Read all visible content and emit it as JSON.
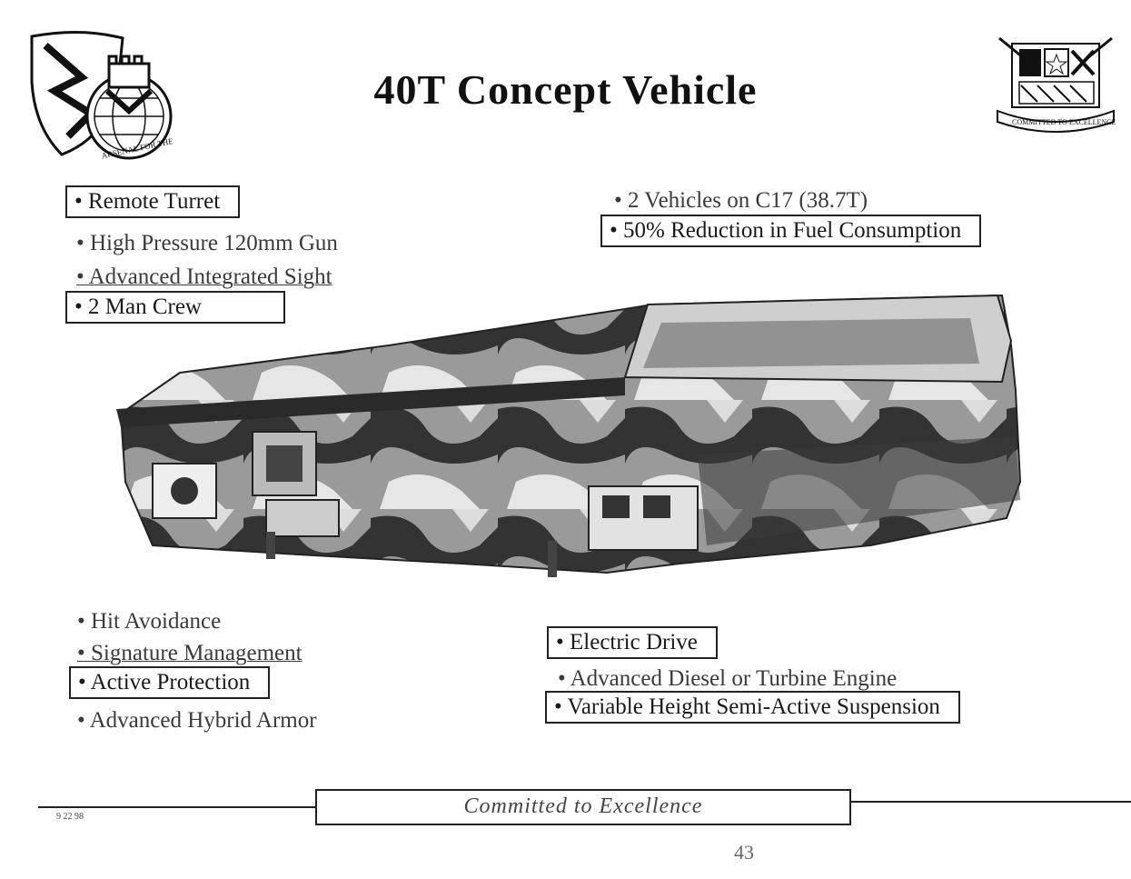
{
  "slide": {
    "title": "40T Concept Vehicle",
    "left_logo": {
      "icon": "army-globe-castle-emblem",
      "text": "ARSENAL FOR THE BRAVE"
    },
    "right_logo": {
      "icon": "army-crest-emblem",
      "text": "COMMITTED TO EXCELLENCE"
    }
  },
  "features": {
    "top_left": [
      {
        "text": "• Remote Turret",
        "boxed": true
      },
      {
        "text": "• High Pressure 120mm Gun",
        "boxed": false
      },
      {
        "text": "• Advanced Integrated Sight",
        "boxed": false
      },
      {
        "text": "• 2 Man Crew",
        "boxed": true
      }
    ],
    "top_right": [
      {
        "text": "• 2 Vehicles on C17 (38.7T)",
        "boxed": false
      },
      {
        "text": "• 50% Reduction in Fuel Consumption",
        "boxed": true
      }
    ],
    "bottom_left": [
      {
        "text": "• Hit Avoidance",
        "boxed": false
      },
      {
        "text": "• Signature Management",
        "boxed": false
      },
      {
        "text": "• Active Protection",
        "boxed": true
      },
      {
        "text": "• Advanced Hybrid Armor",
        "boxed": false
      }
    ],
    "bottom_right": [
      {
        "text": "• Electric Drive",
        "boxed": true
      },
      {
        "text": "• Advanced Diesel or Turbine Engine",
        "boxed": false
      },
      {
        "text": "• Variable Height Semi-Active Suspension",
        "boxed": true
      }
    ]
  },
  "image": {
    "icon": "tank-vehicle-illustration"
  },
  "footer": {
    "motto": "Committed to Excellence",
    "date": "9 22 98",
    "page": "43"
  }
}
